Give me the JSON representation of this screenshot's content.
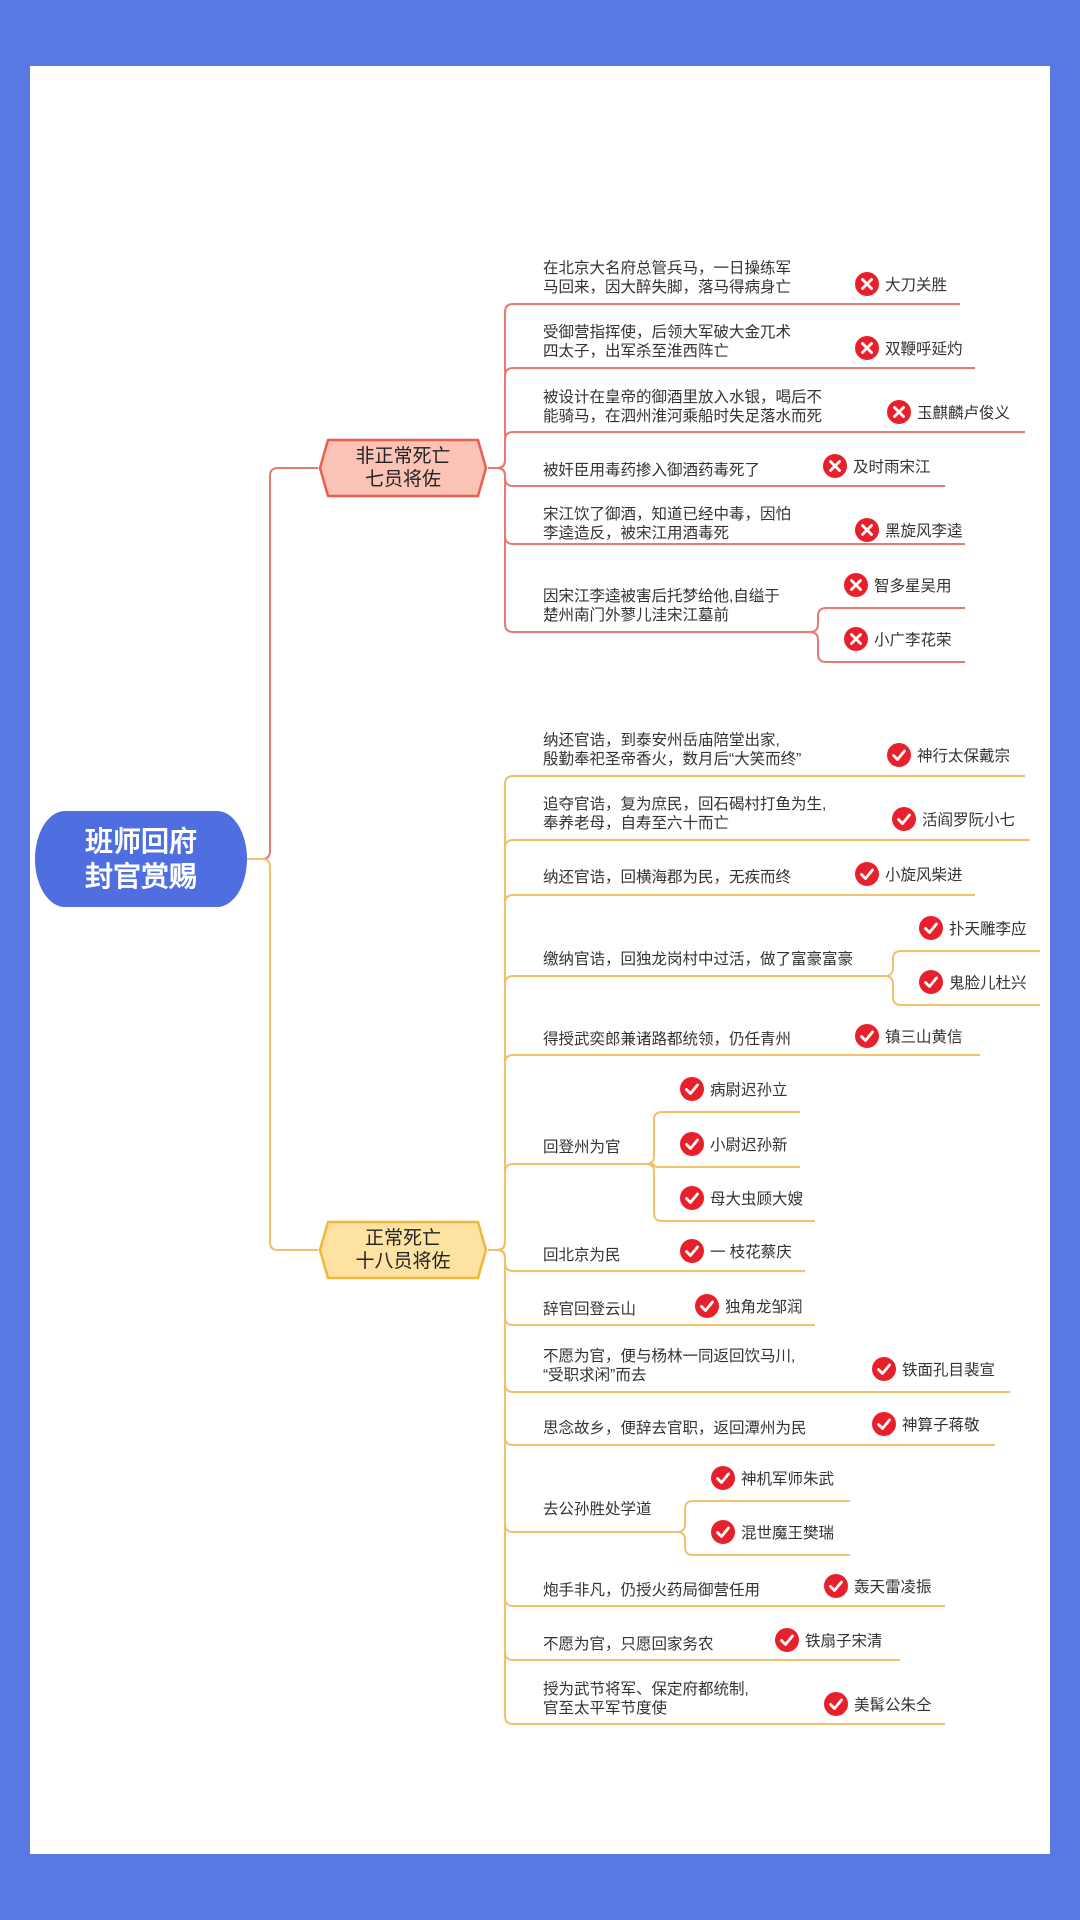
{
  "root": {
    "line1": "班师回府",
    "line2": "封官赏赐"
  },
  "colors": {
    "background": "#5a78e2",
    "root": "#4f6fe0",
    "branch1_fill": "#fbc2b6",
    "branch1_stroke": "#e8604f",
    "branch1_line": "#e57a70",
    "branch2_fill": "#fde2a2",
    "branch2_stroke": "#f0b73a",
    "branch2_line": "#efc26a",
    "badge": "#e8202c"
  },
  "branches": [
    {
      "line1": "非正常死亡",
      "line2": "七员将佐",
      "items": [
        {
          "desc": [
            "在北京大名府总管兵马，一日操练军",
            "马回来，因大醉失脚，落马得病身亡"
          ],
          "leaves": [
            {
              "name": "大刀关胜",
              "icon": "x-icon"
            }
          ]
        },
        {
          "desc": [
            "受御营指挥使，后领大军破大金兀术",
            "四太子，出军杀至淮西阵亡"
          ],
          "leaves": [
            {
              "name": "双鞭呼延灼",
              "icon": "x-icon"
            }
          ]
        },
        {
          "desc": [
            "被设计在皇帝的御酒里放入水银，喝后不",
            "能骑马，在泗州淮河乘船时失足落水而死"
          ],
          "leaves": [
            {
              "name": "玉麒麟卢俊义",
              "icon": "x-icon"
            }
          ]
        },
        {
          "desc": [
            "被奸臣用毒药掺入御酒药毒死了"
          ],
          "leaves": [
            {
              "name": "及时雨宋江",
              "icon": "x-icon"
            }
          ]
        },
        {
          "desc": [
            "宋江饮了御酒，知道已经中毒，因怕",
            "李逵造反，被宋江用酒毒死"
          ],
          "leaves": [
            {
              "name": "黑旋风李逵",
              "icon": "x-icon"
            }
          ]
        },
        {
          "desc": [
            "因宋江李逵被害后托梦给他,自缢于",
            "楚州南门外蓼儿洼宋江墓前"
          ],
          "leaves": [
            {
              "name": "智多星吴用",
              "icon": "x-icon"
            },
            {
              "name": "小广李花荣",
              "icon": "x-icon"
            }
          ]
        }
      ]
    },
    {
      "line1": "正常死亡",
      "line2": "十八员将佐",
      "items": [
        {
          "desc": [
            "纳还官诰，到泰安州岳庙陪堂出家,",
            "殷勤奉祀圣帝香火，数月后“大笑而终”"
          ],
          "leaves": [
            {
              "name": "神行太保戴宗",
              "icon": "check-icon"
            }
          ]
        },
        {
          "desc": [
            "追夺官诰，复为庶民，回石碣村打鱼为生,",
            "奉养老母，自寿至六十而亡"
          ],
          "leaves": [
            {
              "name": "活阎罗阮小七",
              "icon": "check-icon"
            }
          ]
        },
        {
          "desc": [
            "纳还官诰，回横海郡为民，无疾而终"
          ],
          "leaves": [
            {
              "name": "小旋风柴进",
              "icon": "check-icon"
            }
          ]
        },
        {
          "desc": [
            "缴纳官诰，回独龙岗村中过活，做了富豪富豪"
          ],
          "leaves": [
            {
              "name": "扑天雕李应",
              "icon": "check-icon"
            },
            {
              "name": "鬼脸儿杜兴",
              "icon": "check-icon"
            }
          ]
        },
        {
          "desc": [
            "得授武奕郎兼诸路都统领，仍任青州"
          ],
          "leaves": [
            {
              "name": "镇三山黄信",
              "icon": "check-icon"
            }
          ]
        },
        {
          "desc": [
            "回登州为官"
          ],
          "leaves": [
            {
              "name": "病尉迟孙立",
              "icon": "check-icon"
            },
            {
              "name": "小尉迟孙新",
              "icon": "check-icon"
            },
            {
              "name": "母大虫顾大嫂",
              "icon": "check-icon"
            }
          ]
        },
        {
          "desc": [
            "回北京为民"
          ],
          "leaves": [
            {
              "name": "一 枝花蔡庆",
              "icon": "check-icon"
            }
          ]
        },
        {
          "desc": [
            "辞官回登云山"
          ],
          "leaves": [
            {
              "name": "独角龙邹润",
              "icon": "check-icon"
            }
          ]
        },
        {
          "desc": [
            "不愿为官，便与杨林一同返回饮马川,",
            "“受职求闲”而去"
          ],
          "leaves": [
            {
              "name": "铁面孔目裴宣",
              "icon": "check-icon"
            }
          ]
        },
        {
          "desc": [
            "思念故乡，便辞去官职，返回潭州为民"
          ],
          "leaves": [
            {
              "name": "神算子蒋敬",
              "icon": "check-icon"
            }
          ]
        },
        {
          "desc": [
            "去公孙胜处学道"
          ],
          "leaves": [
            {
              "name": "神机军师朱武",
              "icon": "check-icon"
            },
            {
              "name": "混世魔王樊瑞",
              "icon": "check-icon"
            }
          ]
        },
        {
          "desc": [
            "炮手非凡，仍授火药局御营任用"
          ],
          "leaves": [
            {
              "name": "轰天雷凌振",
              "icon": "check-icon"
            }
          ]
        },
        {
          "desc": [
            "不愿为官，只愿回家务农"
          ],
          "leaves": [
            {
              "name": "铁扇子宋清",
              "icon": "check-icon"
            }
          ]
        },
        {
          "desc": [
            "授为武节将军、保定府都统制,",
            "官至太平军节度使"
          ],
          "leaves": [
            {
              "name": "美髯公朱仝",
              "icon": "check-icon"
            }
          ]
        }
      ]
    }
  ]
}
